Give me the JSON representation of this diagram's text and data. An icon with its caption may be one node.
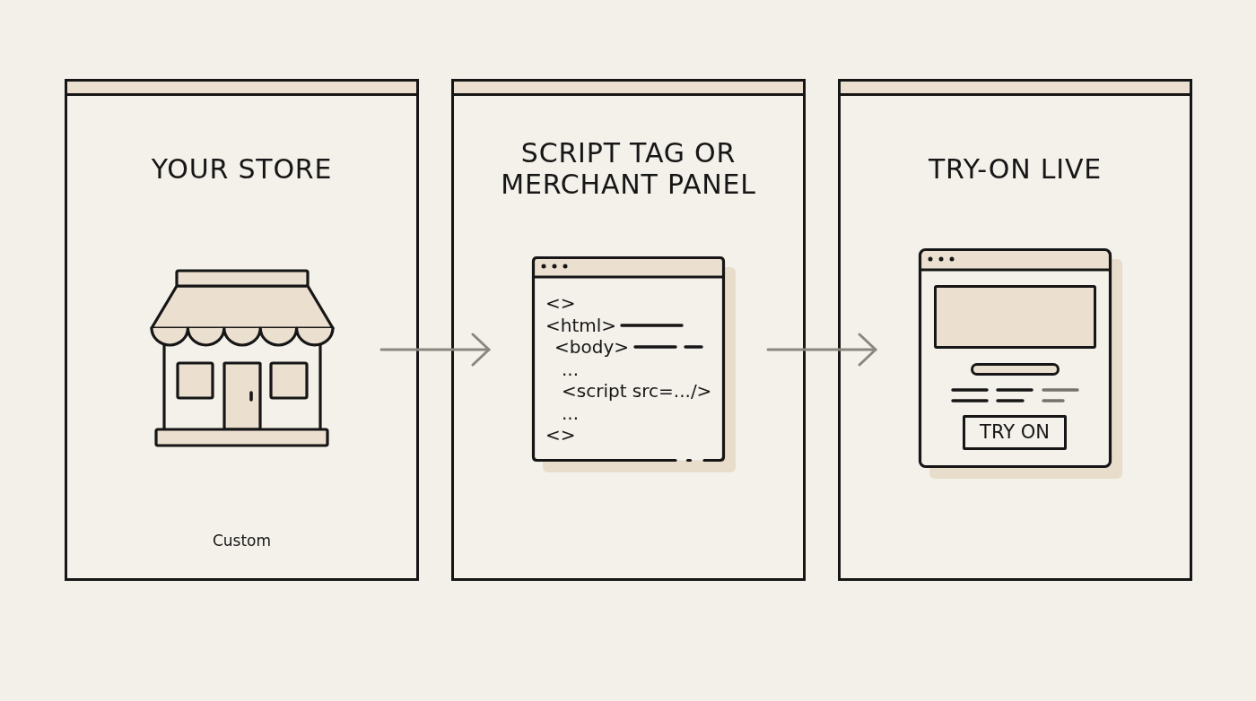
{
  "diagram": {
    "nodes": [
      {
        "text": [
          "YOUR STORE",
          "Custom"
        ]
      },
      {
        "text": [
          "SCRIPT TAG OR MERCHANT PANEL"
        ]
      },
      {
        "text": [
          "TRY-ON LIVE"
        ]
      },
      {
        "text": [
          "<>",
          "<html>",
          "<body>",
          "...",
          "<script src=.../>",
          "...",
          "<>"
        ],
        "in": 1
      },
      {
        "text": [],
        "shape": "box",
        "in": 2
      },
      {
        "text": [
          "TRY ON"
        ],
        "in": 4
      }
    ],
    "edges": [
      {
        "from": 0,
        "to": 1,
        "arrow": "to"
      },
      {
        "from": 1,
        "to": 2,
        "arrow": "to"
      }
    ]
  }
}
